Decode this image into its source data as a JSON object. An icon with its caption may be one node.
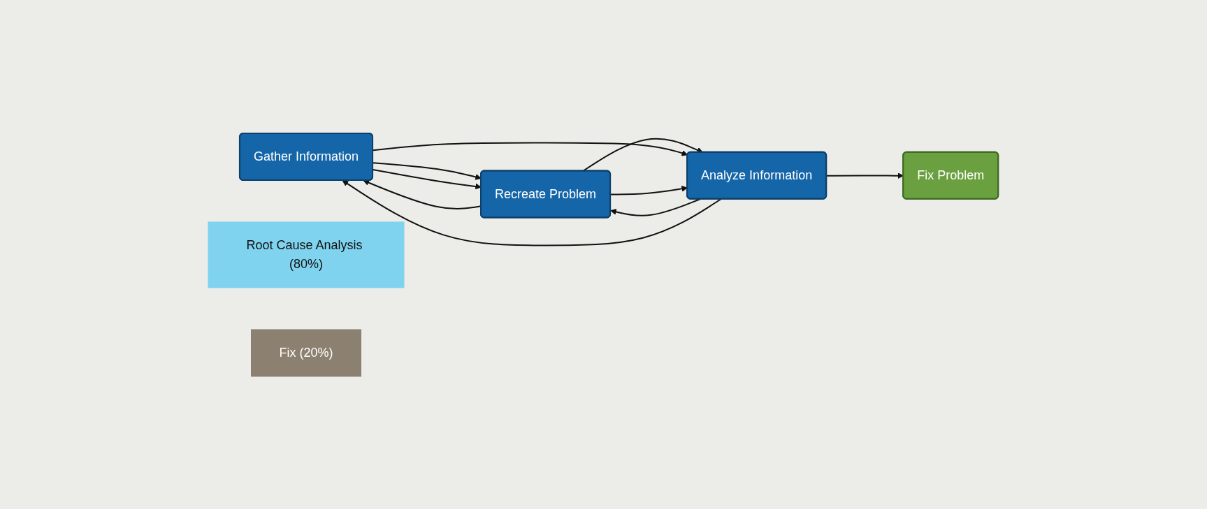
{
  "diagram": {
    "nodes": [
      {
        "text": [
          "Gather Information"
        ]
      },
      {
        "text": [
          "Recreate Problem"
        ]
      },
      {
        "text": [
          "Analyze Information"
        ]
      },
      {
        "text": [
          "Fix Problem"
        ]
      },
      {
        "text": [
          "Root Cause Analysis (80%)"
        ]
      },
      {
        "text": [
          "Fix (20%)"
        ]
      }
    ],
    "edges": [
      {
        "from": 0,
        "to": 1,
        "arrow": "to"
      },
      {
        "from": 1,
        "to": 2,
        "arrow": "to"
      },
      {
        "from": 2,
        "to": 3,
        "arrow": "to"
      },
      {
        "from": 0,
        "to": 2,
        "arrow": "to"
      },
      {
        "from": 0,
        "to": 1,
        "arrow": "to"
      },
      {
        "from": 1,
        "to": 2,
        "arrow": "to"
      },
      {
        "from": 1,
        "to": 0,
        "arrow": "to"
      },
      {
        "from": 2,
        "to": 1,
        "arrow": "to"
      },
      {
        "from": 2,
        "to": 0,
        "arrow": "to"
      }
    ]
  }
}
